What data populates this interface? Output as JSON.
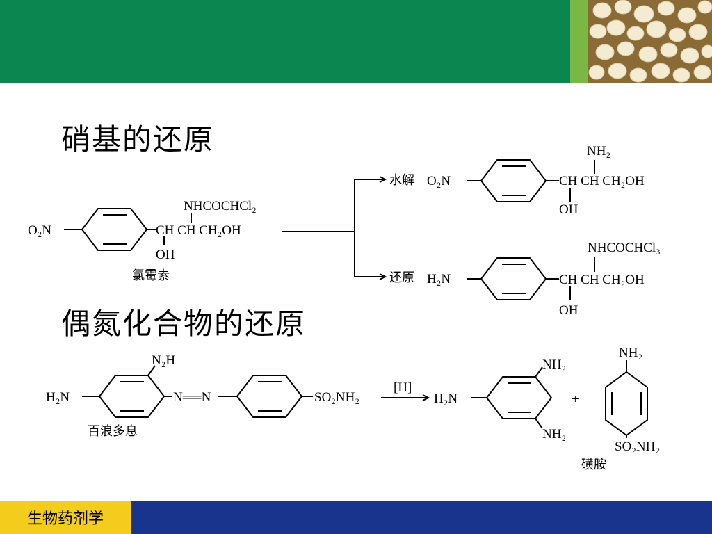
{
  "titles": {
    "nitro_reduction": "硝基的还原",
    "azo_reduction": "偶氮化合物的还原"
  },
  "footer": {
    "course": "生物药剂学"
  },
  "chloramphenicol": {
    "o2n": "O₂N",
    "side_top": "NHCOCHCl₂",
    "chain": "CH CH CH₂OH",
    "oh": "OH",
    "name": "氯霉素"
  },
  "hydrolysis": {
    "label": "水解",
    "o2n": "O₂N",
    "nh2": "NH₂",
    "chain": "CH CH CH₂OH",
    "oh": "OH"
  },
  "reduction": {
    "label": "还原",
    "h2n": "H₂N",
    "side_top": "NHCOCHCl₃",
    "chain": "CH CH CH₂OH",
    "oh": "OH"
  },
  "prontosil": {
    "h2n": "H₂N",
    "n2h": "N₂H",
    "azo": "N══N",
    "so2nh2": "SO₂NH₂",
    "name": "百浪多息"
  },
  "azo_reaction": {
    "reagent": "[H]",
    "h2n": "H₂N",
    "nh2_top": "NH₂",
    "nh2_bottom": "NH₂",
    "plus": "+"
  },
  "sulfanilamide": {
    "nh2": "NH₂",
    "so2nh2": "SO₂NH₂",
    "name": "磺胺"
  }
}
